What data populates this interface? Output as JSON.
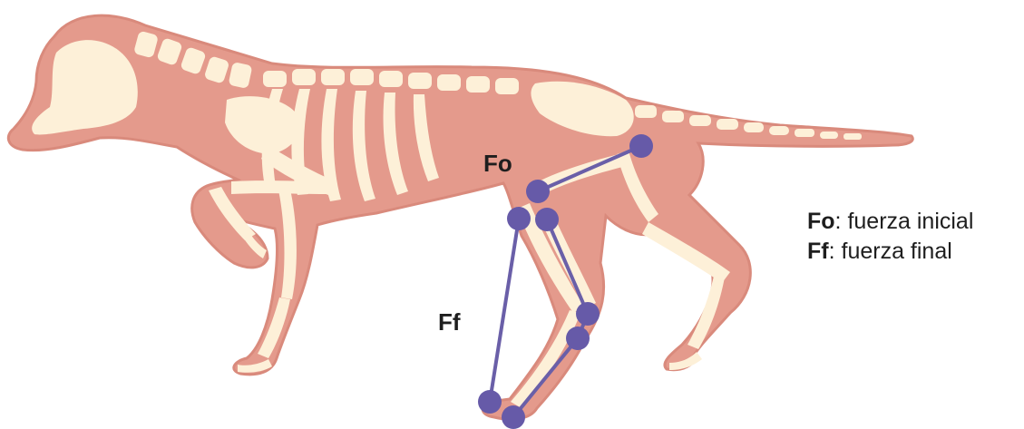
{
  "labels": {
    "fo": "Fo",
    "ff": "Ff"
  },
  "legend": {
    "items": [
      {
        "abbr": "Fo",
        "text": ": fuerza inicial"
      },
      {
        "abbr": "Ff",
        "text": ": fuerza final"
      }
    ]
  },
  "colors": {
    "body": "#e49a8c",
    "bone": "#fdf0d8",
    "joint": "#665aa8"
  }
}
